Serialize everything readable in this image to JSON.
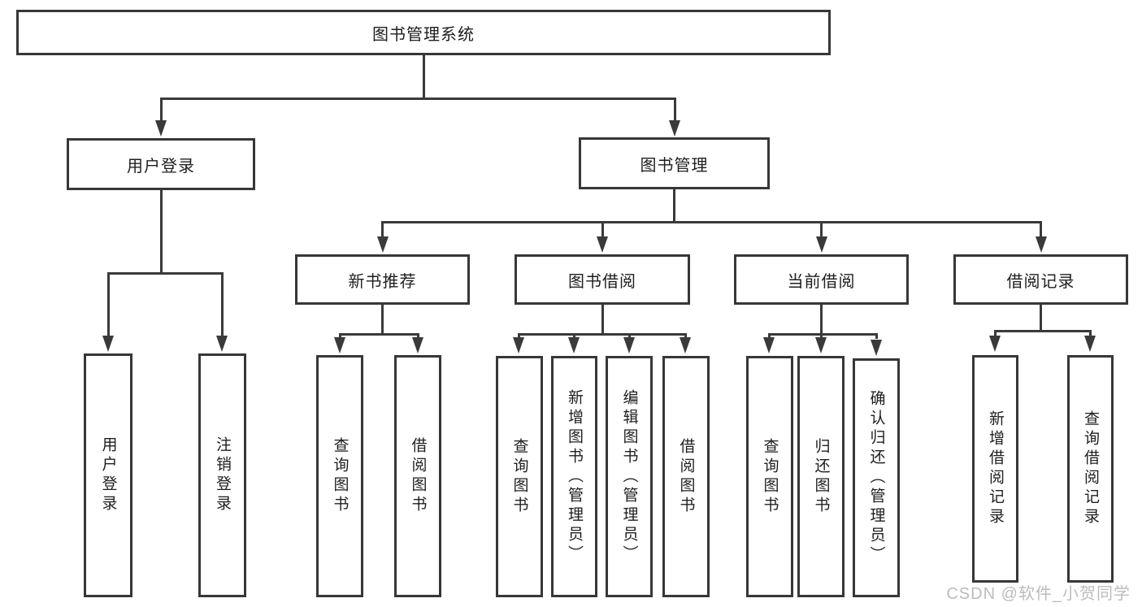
{
  "nodes": {
    "root": "图书管理系统",
    "level2": [
      "用户登录",
      "图书管理"
    ],
    "level3": [
      "新书推荐",
      "图书借阅",
      "当前借阅",
      "借阅记录"
    ],
    "user_login_children": [
      "用户登录",
      "注销登录"
    ],
    "new_book_children": [
      "查询图书",
      "借阅图书"
    ],
    "book_borrow_children": [
      "查询图书",
      "新增图书（管理员）",
      "编辑图书（管理员）",
      "借阅图书"
    ],
    "current_borrow_children": [
      "查询图书",
      "归还图书",
      "确认归还（管理员）"
    ],
    "borrow_record_children": [
      "新增借阅记录",
      "查询借阅记录"
    ]
  },
  "watermark": "CSDN @软件_小贺同学",
  "colors": {
    "line": "#3a3a3a",
    "box_border": "#373737",
    "text": "#1e1e1e",
    "watermark": "#bcbcbc",
    "background": "#ffffff"
  }
}
